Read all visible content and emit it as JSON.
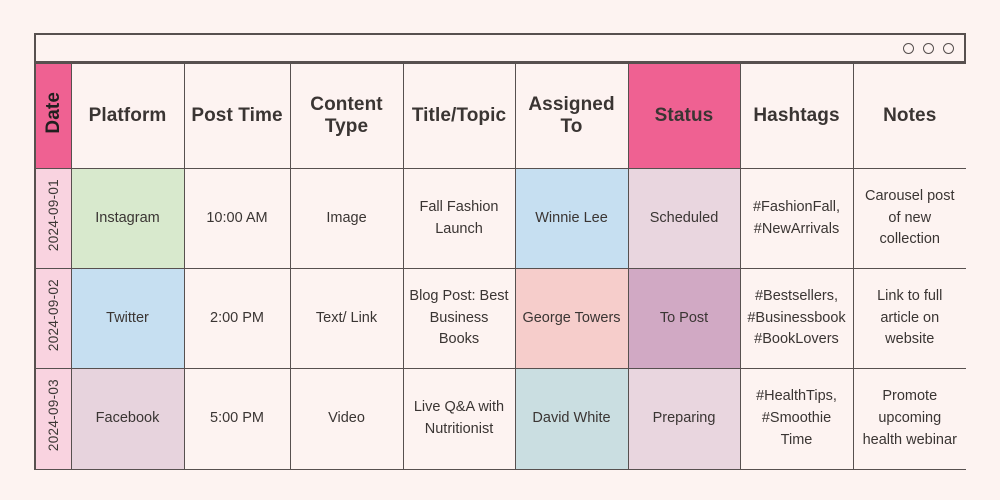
{
  "window": {
    "title_bar": {
      "dots": [
        "window-dot-1",
        "window-dot-2",
        "window-dot-3"
      ]
    }
  },
  "colors": {
    "page_background": "#fdf3f1",
    "border": "#57504f",
    "header_accent": "#ef6192",
    "date_cell": "#f9d3e0",
    "green": "#d8e9cd",
    "blue": "#c6dff1",
    "lilac": "#e7d3dd",
    "salmon": "#f6cdcb",
    "teal": "#cadee1",
    "pink_light": "#e9d6df",
    "mauve": "#d1a9c4"
  },
  "table": {
    "headers": [
      "Date",
      "Platform",
      "Post Time",
      "Content Type",
      "Title/Topic",
      "Assigned To",
      "Status",
      "Hashtags",
      "Notes"
    ],
    "rows": [
      {
        "date": "2024-09-01",
        "platform": "Instagram",
        "post_time": "10:00 AM",
        "content_type": "Image",
        "title_topic": "Fall Fashion Launch",
        "assigned_to": "Winnie Lee",
        "status": "Scheduled",
        "hashtags": "#FashionFall, #NewArrivals",
        "notes": "Carousel post of new collection"
      },
      {
        "date": "2024-09-02",
        "platform": "Twitter",
        "post_time": "2:00 PM",
        "content_type": "Text/ Link",
        "title_topic": "Blog Post: Best Business Books",
        "assigned_to": "George Towers",
        "status": "To Post",
        "hashtags": "#Bestsellers, #Businessbook #BookLovers",
        "notes": "Link to full article on website"
      },
      {
        "date": "2024-09-03",
        "platform": "Facebook",
        "post_time": "5:00 PM",
        "content_type": "Video",
        "title_topic": "Live Q&A with Nutritionist",
        "assigned_to": "David White",
        "status": "Preparing",
        "hashtags": "#HealthTips, #Smoothie Time",
        "notes": "Promote upcoming health webinar"
      }
    ]
  }
}
